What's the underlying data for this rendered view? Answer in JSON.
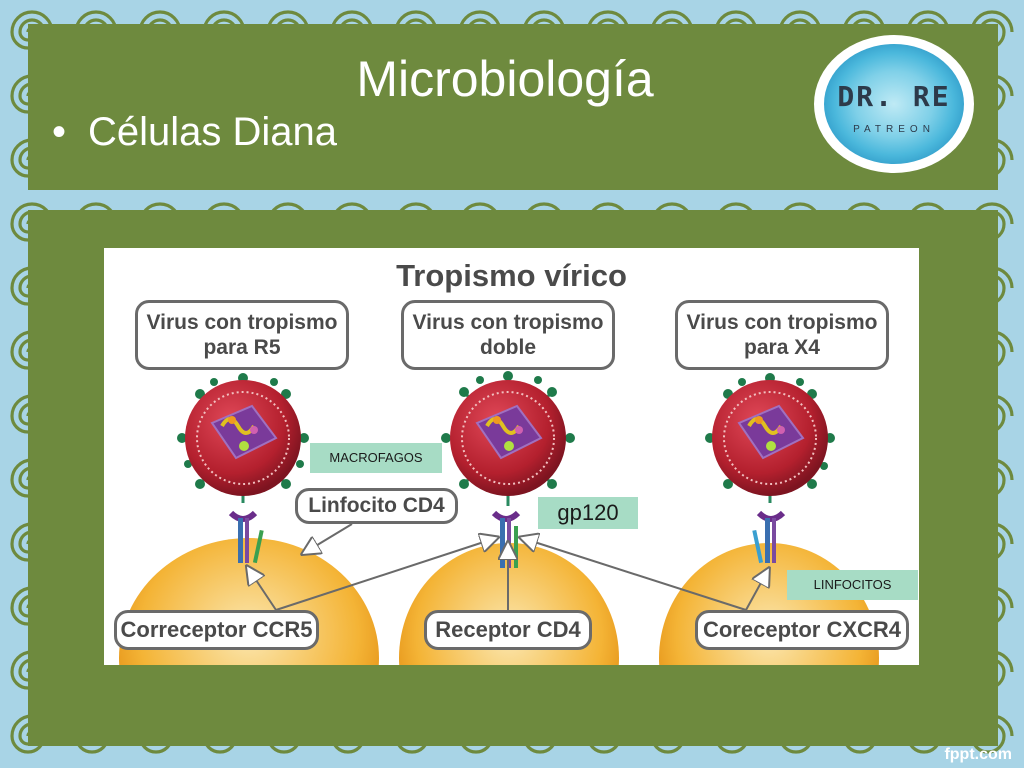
{
  "slide": {
    "title": "Microbiología",
    "bullet_marker": "•",
    "bullet": "Células Diana"
  },
  "logo": {
    "name": "DR. RE",
    "sub": "PATREON"
  },
  "figure": {
    "title": "Tropismo vírico",
    "virus_boxes": [
      "Virus con tropismo para R5",
      "Virus con tropismo doble",
      "Virus con tropismo para X4"
    ],
    "lymphocyte_label": "Linfocito CD4",
    "bottom_labels": [
      "Correceptor CCR5",
      "Receptor CD4",
      "Coreceptor CXCR4"
    ]
  },
  "overlays": {
    "macrofagos": "MACROFAGOS",
    "gp120": "gp120",
    "linfocitos": "LINFOCITOS"
  },
  "footer": "fppt.com",
  "colors": {
    "panel": "#6e8a3e",
    "background_swirl": "#a8d4e6",
    "virus": "#b4202e",
    "cell": "#f0a020",
    "overlay": "#a7dcc5"
  }
}
